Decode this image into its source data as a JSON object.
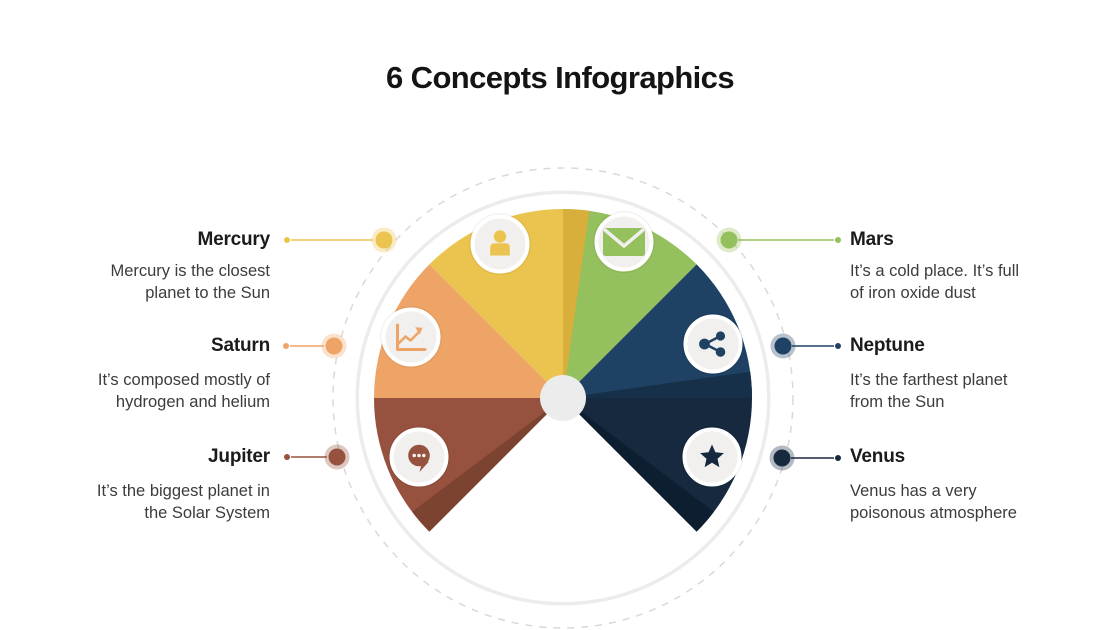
{
  "title": "6 Concepts Infographics",
  "palette": {
    "disc": "#FFFFFF",
    "disc_rim": "#ECECEC",
    "dashed_ring": "#D9D9D9",
    "hub": "#ECECEC",
    "icon_circle": "#F1F0EE",
    "heading_text": "#1B1B1B",
    "body_text": "#3C3C3C"
  },
  "concepts": [
    {
      "name": "Mercury",
      "icon": "person-icon",
      "color": "#EAC44E",
      "shade": "#D8AF3A",
      "desc_lines": [
        "Mercury is the closest",
        "planet to the Sun"
      ]
    },
    {
      "name": "Saturn",
      "icon": "chart-icon",
      "color": "#EFA467",
      "shade": "#E08F4F",
      "desc_lines": [
        "It’s composed mostly of",
        "hydrogen and helium"
      ]
    },
    {
      "name": "Jupiter",
      "icon": "speech-icon",
      "color": "#96523E",
      "shade": "#7C4331",
      "desc_lines": [
        "It’s the biggest planet in",
        "the Solar System"
      ]
    },
    {
      "name": "Mars",
      "icon": "envelope-icon",
      "color": "#95C05E",
      "shade": "#82AE4E",
      "desc_lines": [
        "It’s a cold place. It’s full",
        "of iron oxide dust"
      ]
    },
    {
      "name": "Neptune",
      "icon": "share-icon",
      "color": "#1F4163",
      "shade": "#16304A",
      "desc_lines": [
        "It’s the farthest planet",
        "from the Sun"
      ]
    },
    {
      "name": "Venus",
      "icon": "star-icon",
      "color": "#16293E",
      "shade": "#0E1E31",
      "desc_lines": [
        "Venus has a very",
        "poisonous atmosphere"
      ]
    }
  ]
}
